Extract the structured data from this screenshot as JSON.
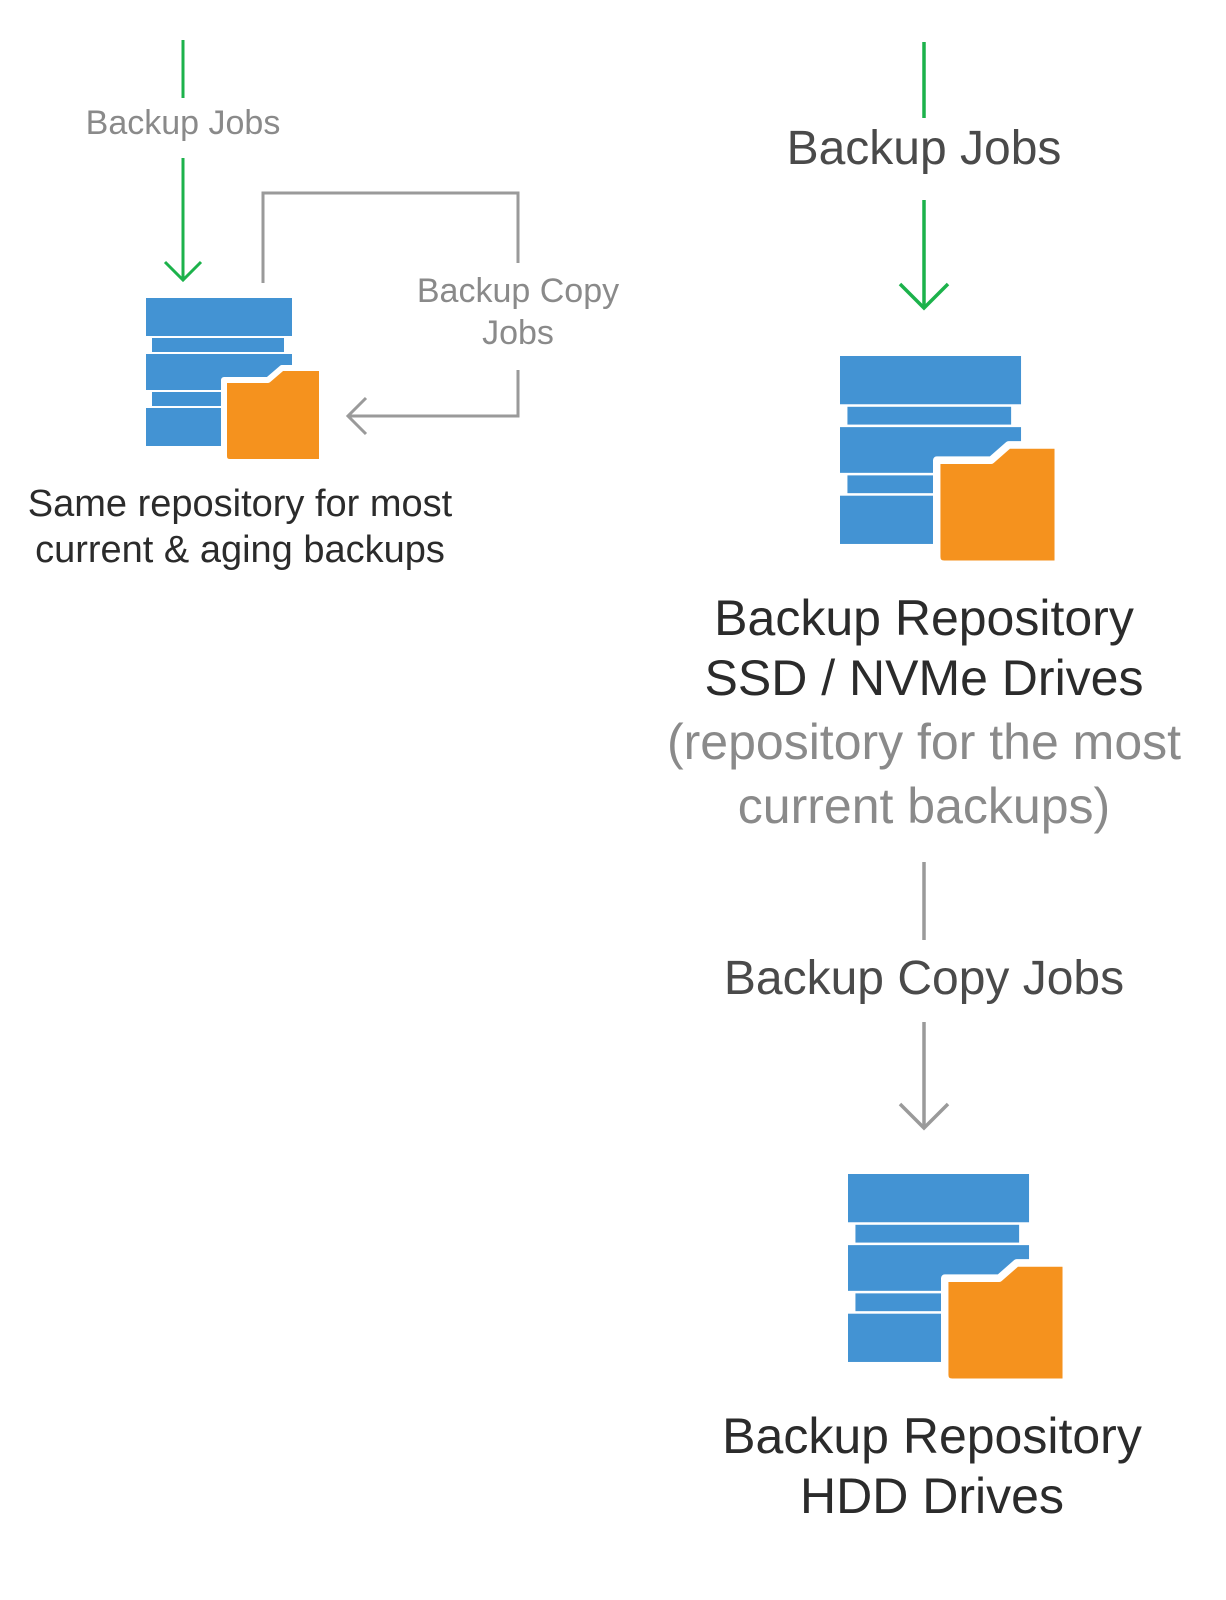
{
  "colors": {
    "green_arrow": "#1cb24b",
    "gray_arrow": "#9a9a9a",
    "server_blue": "#4393d3",
    "folder_orange": "#f5921e"
  },
  "icons": {
    "repository": "server-stack-with-folder-icon"
  },
  "left": {
    "backup_jobs_label": "Backup Jobs",
    "copy_jobs_line1": "Backup Copy",
    "copy_jobs_line2": "Jobs",
    "caption_line1": "Same repository for most",
    "caption_line2": "current & aging backups"
  },
  "right": {
    "backup_jobs_label": "Backup Jobs",
    "ssd_title_line1": "Backup Repository",
    "ssd_title_line2": "SSD / NVMe Drives",
    "ssd_note_line1": "(repository for the most",
    "ssd_note_line2": "current backups)",
    "copy_jobs_label": "Backup Copy Jobs",
    "hdd_title_line1": "Backup Repository",
    "hdd_title_line2": "HDD Drives"
  }
}
